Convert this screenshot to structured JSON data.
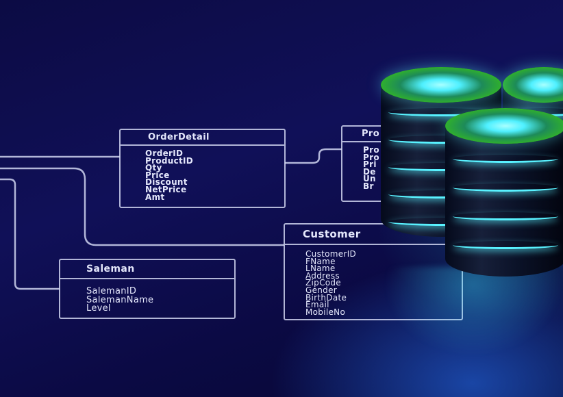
{
  "tables": {
    "orderdetail": {
      "title": "OrderDetail",
      "fields": [
        "OrderID",
        "ProductID",
        "Qty",
        "Price",
        "Discount",
        "NetPrice",
        "Amt"
      ]
    },
    "product": {
      "title": "Pro",
      "fields": [
        "Pro",
        "Pro",
        "Pri",
        "De",
        "Un",
        "Br"
      ]
    },
    "customer": {
      "title": "Customer",
      "fields": [
        "CustomerID",
        "FName",
        "LName",
        "Address",
        "ZipCode",
        "Gender",
        "BirthDate",
        "Email",
        "MobileNo"
      ]
    },
    "saleman": {
      "title": "Saleman",
      "fields": [
        "SalemanID",
        "SalemanName",
        "Level"
      ]
    }
  },
  "colors": {
    "background": "#0c0b44",
    "line": "#d7dcf5",
    "database_glow": "#59f2ff",
    "database_cap": "#2fae2f"
  }
}
